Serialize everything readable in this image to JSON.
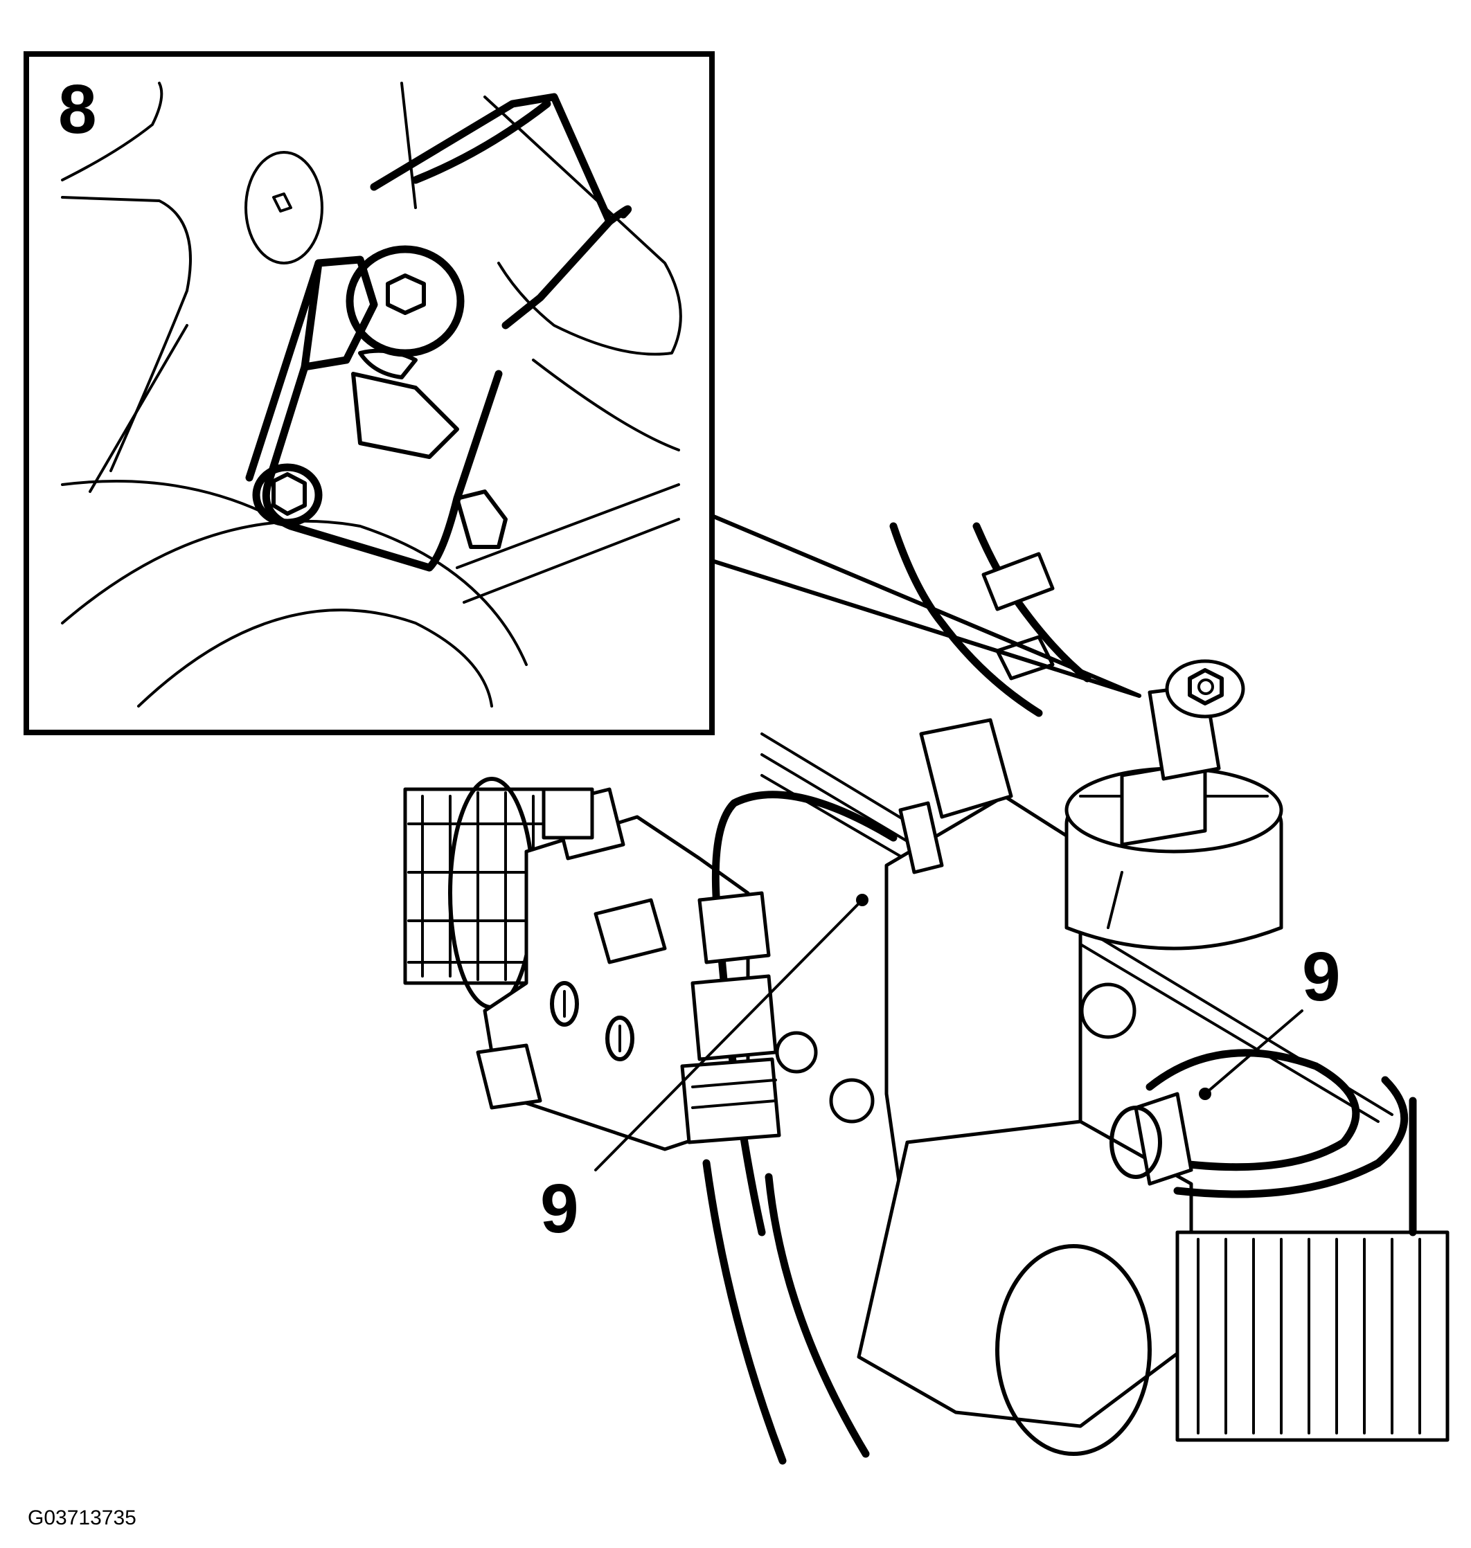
{
  "callouts": {
    "inset_step": "8",
    "hose_left": "9",
    "hose_right": "9"
  },
  "figure_code": "G03713735",
  "colors": {
    "ink": "#000000",
    "paper": "#ffffff"
  }
}
